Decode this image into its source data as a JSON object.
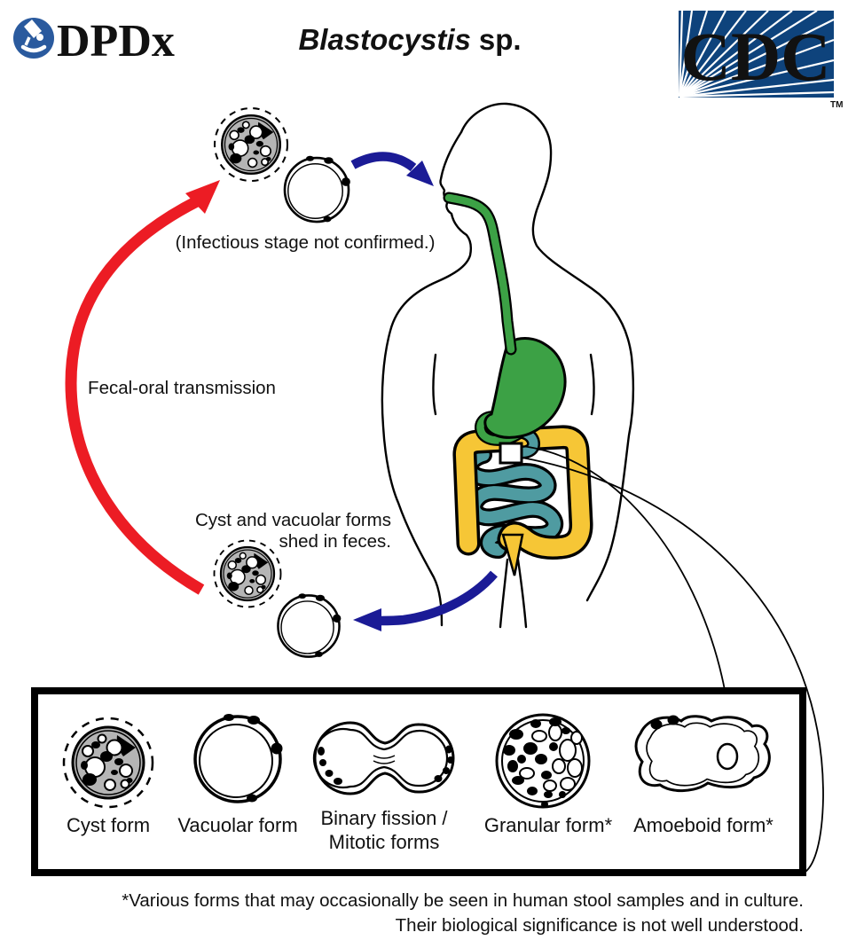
{
  "header": {
    "dpdx": {
      "label": "DPDx",
      "icon": "microscope-icon",
      "color": "#2a5a9e"
    },
    "title": {
      "italic": "Blastocystis",
      "regular": "sp."
    },
    "cdc": {
      "label": "CDC",
      "tm": "TM",
      "color": "#0e437c"
    }
  },
  "lifecycle": {
    "infectious_note": "(Infectious stage not confirmed.)",
    "transmission_label": "Fecal-oral transmission",
    "shed_line1": "Cyst and vacuolar forms",
    "shed_line2": "shed in feces.",
    "arrow_colors": {
      "transmission_red": "#ec1c24",
      "ingestion_blue": "#1b1b96"
    },
    "organ_colors": {
      "esophagus_stomach_green": "#3ca145",
      "small_intestine_teal": "#4f9ba1",
      "large_intestine_yellow": "#f6c636"
    },
    "cyst_gray": "#b5b5b5"
  },
  "panel": {
    "forms": [
      {
        "label": "Cyst form"
      },
      {
        "label": "Vacuolar form"
      },
      {
        "label": "Binary fission /",
        "label2": "Mitotic forms"
      },
      {
        "label": "Granular form*"
      },
      {
        "label": "Amoeboid form*"
      }
    ]
  },
  "footnote": {
    "line1": "*Various forms that may occasionally be seen in human stool samples and in culture.",
    "line2": "Their biological significance is not well understood."
  }
}
